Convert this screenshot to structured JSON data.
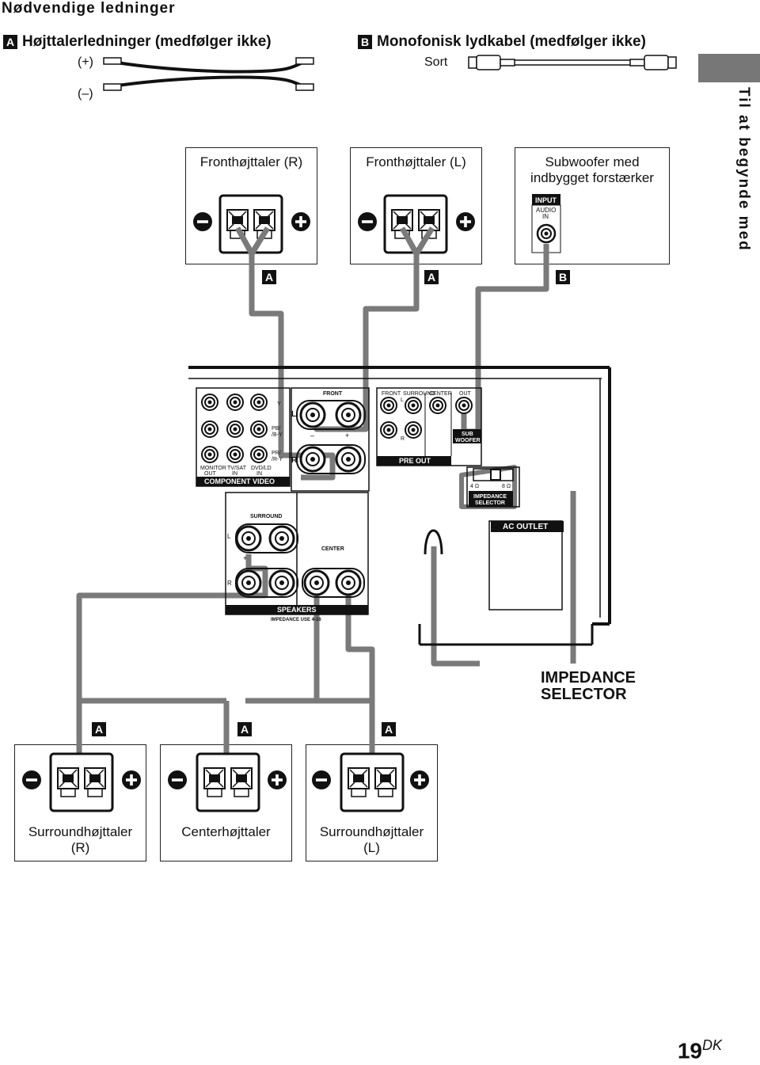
{
  "page_title": "Nødvendige ledninger",
  "cable_a": {
    "badge": "A",
    "label": "Højttalerledninger (medfølger ikke)",
    "plus": "(+)",
    "minus": "(–)"
  },
  "cable_b": {
    "badge": "B",
    "label": "Monofonisk lydkabel (medfølger ikke)",
    "color_word": "Sort"
  },
  "side_tab": "Til at begynde med",
  "front_speakers": [
    {
      "name": "Fronthøjttaler (R)",
      "badge": "A"
    },
    {
      "name": "Fronthøjttaler (L)",
      "badge": "A"
    }
  ],
  "subwoofer": {
    "name_line1": "Subwoofer med",
    "name_line2": "indbygget forstærker",
    "input": "INPUT",
    "audio": "AUDIO",
    "in": "IN",
    "badge": "B"
  },
  "receiver": {
    "component_video": "COMPONENT VIDEO",
    "y": "Y",
    "pb": "PB/",
    "pb2": "/B-Y",
    "pr": "PR/",
    "pr2": "/R-Y",
    "monitor": "MONITOR",
    "out": "OUT",
    "tvsat": "TV/SAT",
    "in": "IN",
    "dvdld": "DVD/LD",
    "front": "FRONT",
    "l": "L",
    "r": "R",
    "minus": "–",
    "plus": "+",
    "front_small": "FRONT",
    "surround_small": "SURROUND",
    "center_small": "CENTER",
    "out_small": "OUT",
    "sub": "SUB",
    "woofer": "WOOFER",
    "pre_out": "PRE OUT",
    "ohm4": "4 Ω",
    "ohm8": "8 Ω",
    "impedance": "IMPEDANCE",
    "selector": "SELECTOR",
    "ac_outlet": "AC  OUTLET",
    "surround": "SURROUND",
    "center": "CENTER",
    "speakers": "SPEAKERS",
    "impedance_use": "IMPEDANCE USE 4-16"
  },
  "impedance_callout": {
    "line1": "IMPEDANCE",
    "line2": "SELECTOR"
  },
  "rear_speakers": [
    {
      "name_line1": "Surroundhøjttaler",
      "name_line2": "(R)",
      "badge": "A"
    },
    {
      "name_line1": "Centerhøjttaler",
      "name_line2": "",
      "badge": "A"
    },
    {
      "name_line1": "Surroundhøjttaler",
      "name_line2": "(L)",
      "badge": "A"
    }
  ],
  "page_number": "19",
  "page_suffix": "DK",
  "colors": {
    "cable": "#7a7a7a",
    "ink": "#111111",
    "tab": "#777777"
  }
}
